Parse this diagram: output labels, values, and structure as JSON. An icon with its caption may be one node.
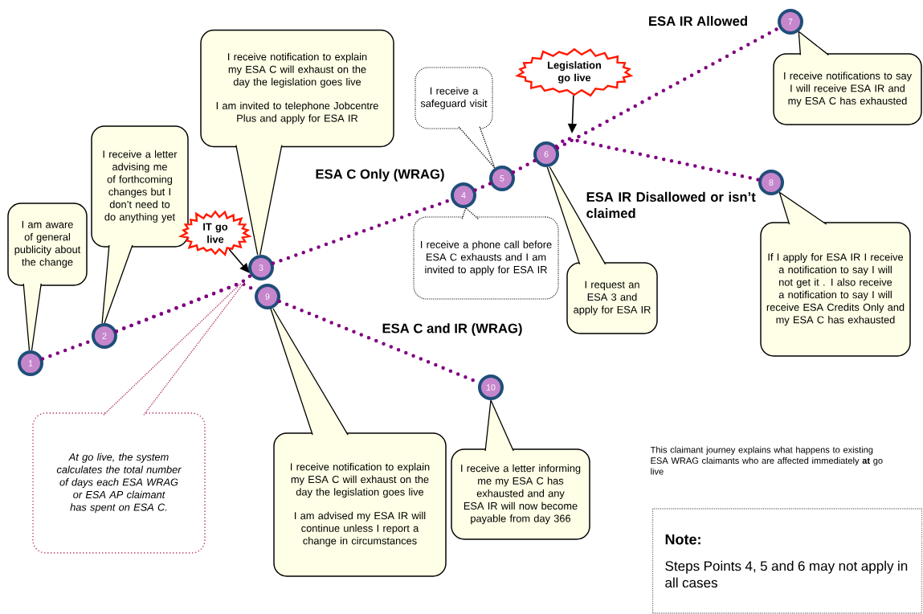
{
  "diagram": {
    "nodes": [
      {
        "text": [
          "I am aware of general publicity about the change"
        ]
      },
      {
        "text": [
          "I receive a letter advising me of forthcoming changes but I don’t need to do anything yet"
        ]
      },
      {
        "text": [
          "IT go live"
        ]
      },
      {
        "text": [
          "I receive notification to explain my ESA C will exhaust on the day the legislation goes live",
          "I am invited to telephone Jobcentre Plus and apply for ESA IR"
        ]
      },
      {
        "text": [
          "I receive a safeguard visit"
        ]
      },
      {
        "text": [
          "Legislation go live"
        ]
      },
      {
        "text": [
          "I receive notifications to say I will receive ESA IR and my ESA C has exhausted"
        ]
      },
      {
        "text": [
          "I receive a phone call before ESA C exhausts and I am invited to apply for ESA IR"
        ]
      },
      {
        "text": [
          "I request an ESA 3 and apply for ESA IR"
        ]
      },
      {
        "text": [
          "If I apply for ESA IR I receive a notification to say I will not get it . I also receive a notification to say I will receive ESA Credits Only and my ESA C has exhausted"
        ]
      },
      {
        "text": [
          "At go live, the system calculates the total number of days each ESA WRAG or ESA AP claimant has spent on ESA C."
        ]
      },
      {
        "text": [
          "I receive notification to explain my ESA C will exhaust on the day the legislation goes live",
          "I am advised my ESA IR will continue unless I report a change in circumstances"
        ]
      },
      {
        "text": [
          "I receive a letter informing me my ESA C has exhausted and any ESA IR will now become payable from day 366"
        ]
      },
      {
        "text": [
          "Note:",
          "Steps Points 4, 5 and 6 may not apply in all cases"
        ]
      },
      {
        "text": [
          "1"
        ]
      },
      {
        "text": [
          "2"
        ]
      },
      {
        "text": [
          "3"
        ]
      },
      {
        "text": [
          "4"
        ]
      },
      {
        "text": [
          "5"
        ]
      },
      {
        "text": [
          "6"
        ]
      },
      {
        "text": [
          "7"
        ]
      },
      {
        "text": [
          "8"
        ]
      },
      {
        "text": [
          "9"
        ]
      },
      {
        "text": [
          "10"
        ]
      }
    ],
    "edges": [
      {
        "from": 14,
        "to": 15,
        "arrow": "none",
        "style": "dashed",
        "color": "#800080"
      },
      {
        "from": 15,
        "to": 16,
        "arrow": "none",
        "style": "dashed",
        "color": "#800080"
      },
      {
        "from": 15,
        "to": 22,
        "arrow": "none",
        "style": "dashed",
        "color": "#800080"
      },
      {
        "from": 16,
        "to": 17,
        "arrow": "none",
        "style": "dashed",
        "color": "#800080"
      },
      {
        "from": 17,
        "to": 18,
        "arrow": "none",
        "style": "dashed",
        "color": "#800080"
      },
      {
        "from": 18,
        "to": 19,
        "arrow": "none",
        "style": "dashed",
        "color": "#800080"
      },
      {
        "from": 19,
        "to": 20,
        "arrow": "none",
        "style": "dashed",
        "color": "#800080"
      },
      {
        "from": 19,
        "to": 21,
        "arrow": "none",
        "style": "dashed",
        "color": "#800080"
      },
      {
        "from": 22,
        "to": 23,
        "arrow": "none",
        "style": "dashed",
        "color": "#800080"
      },
      {
        "from": 0,
        "to": 14,
        "arrow": "none",
        "color": "#000000"
      },
      {
        "from": 1,
        "to": 15,
        "arrow": "none",
        "color": "#000000"
      },
      {
        "from": 3,
        "to": 16,
        "arrow": "none",
        "color": "#000000"
      },
      {
        "from": 4,
        "to": 18,
        "arrow": "to",
        "style": "dashed",
        "color": "#000000"
      },
      {
        "from": 7,
        "to": 17,
        "arrow": "to",
        "style": "dashed",
        "color": "#000000"
      },
      {
        "from": 8,
        "to": 19,
        "arrow": "none",
        "color": "#000000"
      },
      {
        "from": 6,
        "to": 20,
        "arrow": "to",
        "color": "#000000"
      },
      {
        "from": 9,
        "to": 21,
        "arrow": "to",
        "color": "#000000"
      },
      {
        "from": 11,
        "to": 22,
        "arrow": "none",
        "color": "#000000"
      },
      {
        "from": 12,
        "to": 23,
        "arrow": "to",
        "color": "#000000"
      },
      {
        "from": 10,
        "to": null,
        "arrow": "none",
        "style": "dashed",
        "color": "#b0306a"
      },
      {
        "from": 2,
        "to": 16,
        "arrow": "to",
        "color": "#000000"
      },
      {
        "from": 5,
        "to": null,
        "arrow": "to",
        "color": "#000000"
      }
    ],
    "labels": [
      "ESA IR  Allowed",
      "ESA C Only (WRAG)",
      "ESA IR Disallowed or isn’t claimed",
      "ESA C and IR (WRAG)",
      "This claimant journey explains what happens to existing ESA WRAG claimants who are affected immediately **at** go live"
    ]
  }
}
